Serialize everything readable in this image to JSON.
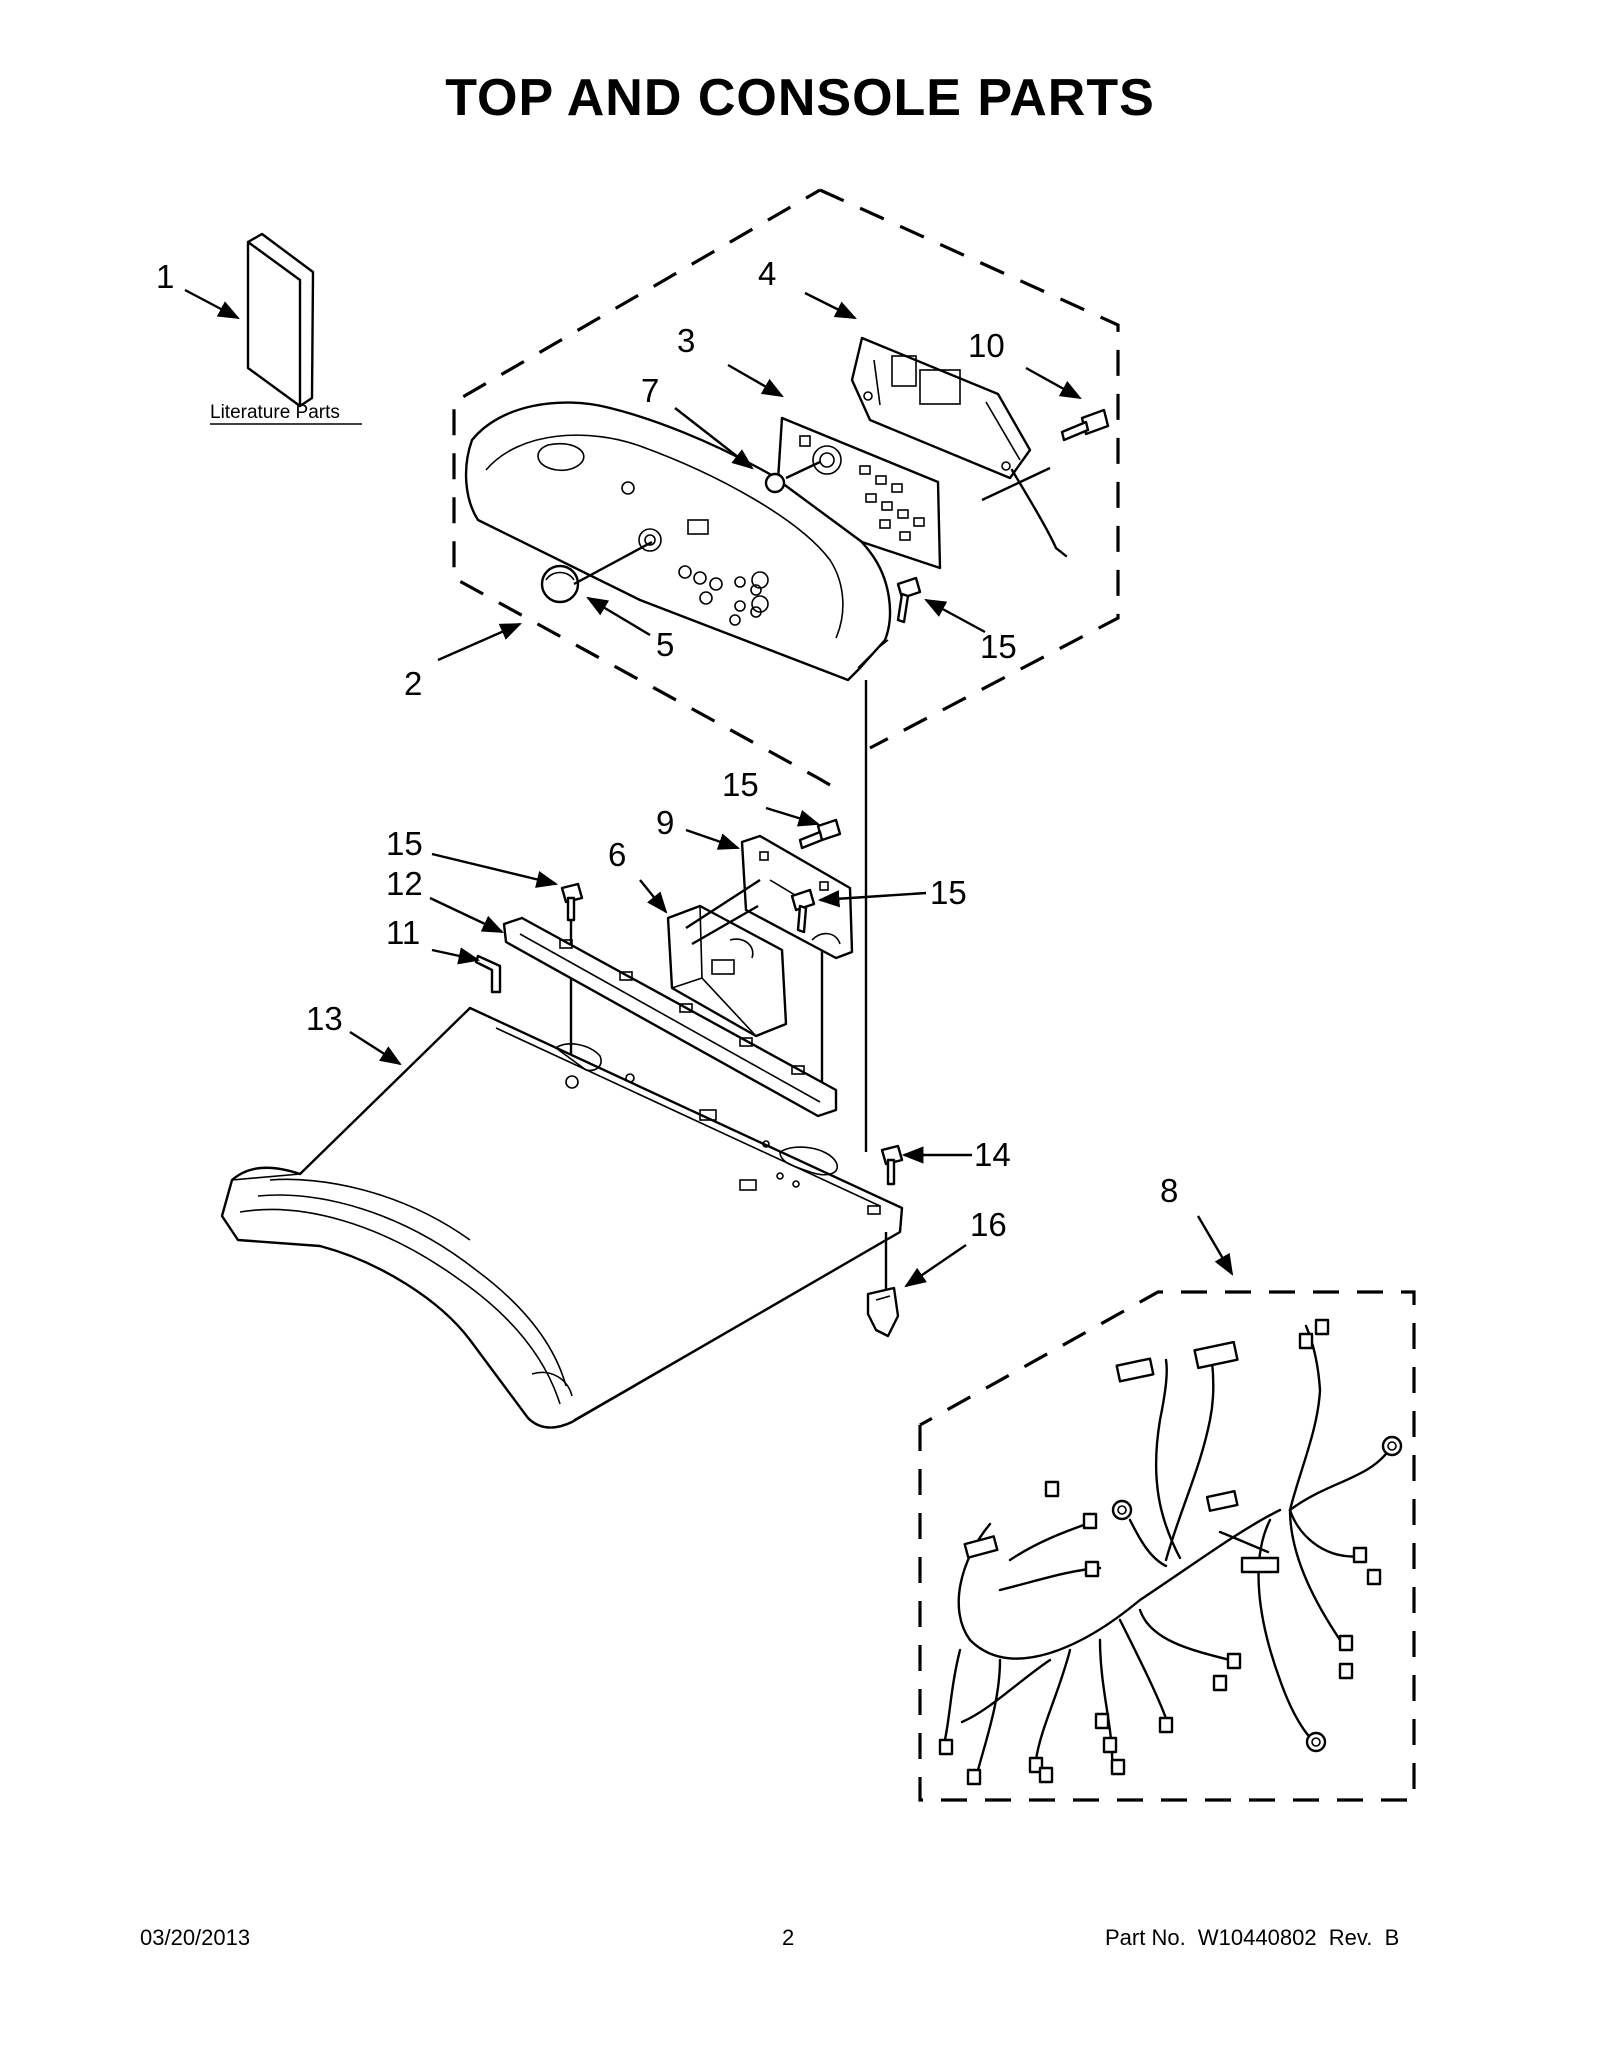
{
  "title": "TOP AND CONSOLE PARTS",
  "literature_label": "Literature Parts",
  "callouts": {
    "c1": "1",
    "c2": "2",
    "c3": "3",
    "c4": "4",
    "c5": "5",
    "c6": "6",
    "c7": "7",
    "c8": "8",
    "c9": "9",
    "c10": "10",
    "c11": "11",
    "c12": "12",
    "c13": "13",
    "c14": "14",
    "c15a": "15",
    "c15b": "15",
    "c15c": "15",
    "c15d": "15",
    "c16": "16"
  },
  "footer": {
    "date": "03/20/2013",
    "page": "2",
    "part_no": "Part No.  W10440802  Rev.  B"
  }
}
